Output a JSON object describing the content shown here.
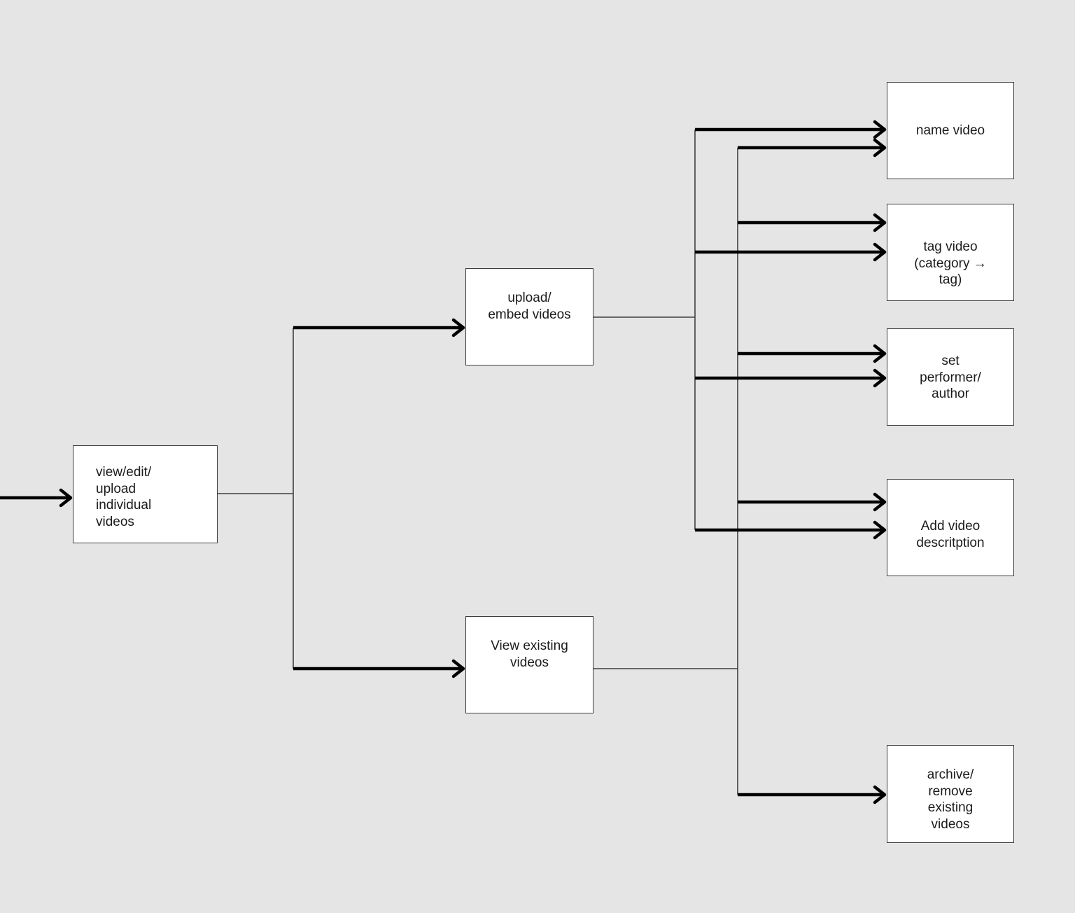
{
  "diagram": {
    "colors": {
      "background": "#e5e5e5",
      "node_fill": "#ffffff",
      "node_border": "#3c3c3c",
      "connector": "#3f3f3f",
      "arrow": "#000000",
      "text": "#1b1b1b"
    },
    "nodes": {
      "left": {
        "label": "view/edit/\nupload\nindividual\nvideos"
      },
      "upload_embed": {
        "label": "upload/\nembed videos"
      },
      "view_existing": {
        "label": "View existing\nvideos"
      },
      "name_video": {
        "label": "name video"
      },
      "tag_video": {
        "label": "tag video\n(category →\ntag)"
      },
      "set_performer": {
        "label": "set\nperformer/\nauthor"
      },
      "add_description": {
        "label": "Add video\ndescritption"
      },
      "archive_remove": {
        "label": "archive/\nremove\nexisting\nvideos"
      }
    },
    "edges": [
      {
        "from": "start",
        "to": "left"
      },
      {
        "from": "left",
        "to": "upload_embed"
      },
      {
        "from": "left",
        "to": "view_existing"
      },
      {
        "from": "upload_embed",
        "to": "name_video"
      },
      {
        "from": "upload_embed",
        "to": "tag_video"
      },
      {
        "from": "upload_embed",
        "to": "set_performer"
      },
      {
        "from": "upload_embed",
        "to": "add_description"
      },
      {
        "from": "view_existing",
        "to": "name_video"
      },
      {
        "from": "view_existing",
        "to": "tag_video"
      },
      {
        "from": "view_existing",
        "to": "set_performer"
      },
      {
        "from": "view_existing",
        "to": "add_description"
      },
      {
        "from": "view_existing",
        "to": "archive_remove"
      }
    ]
  }
}
